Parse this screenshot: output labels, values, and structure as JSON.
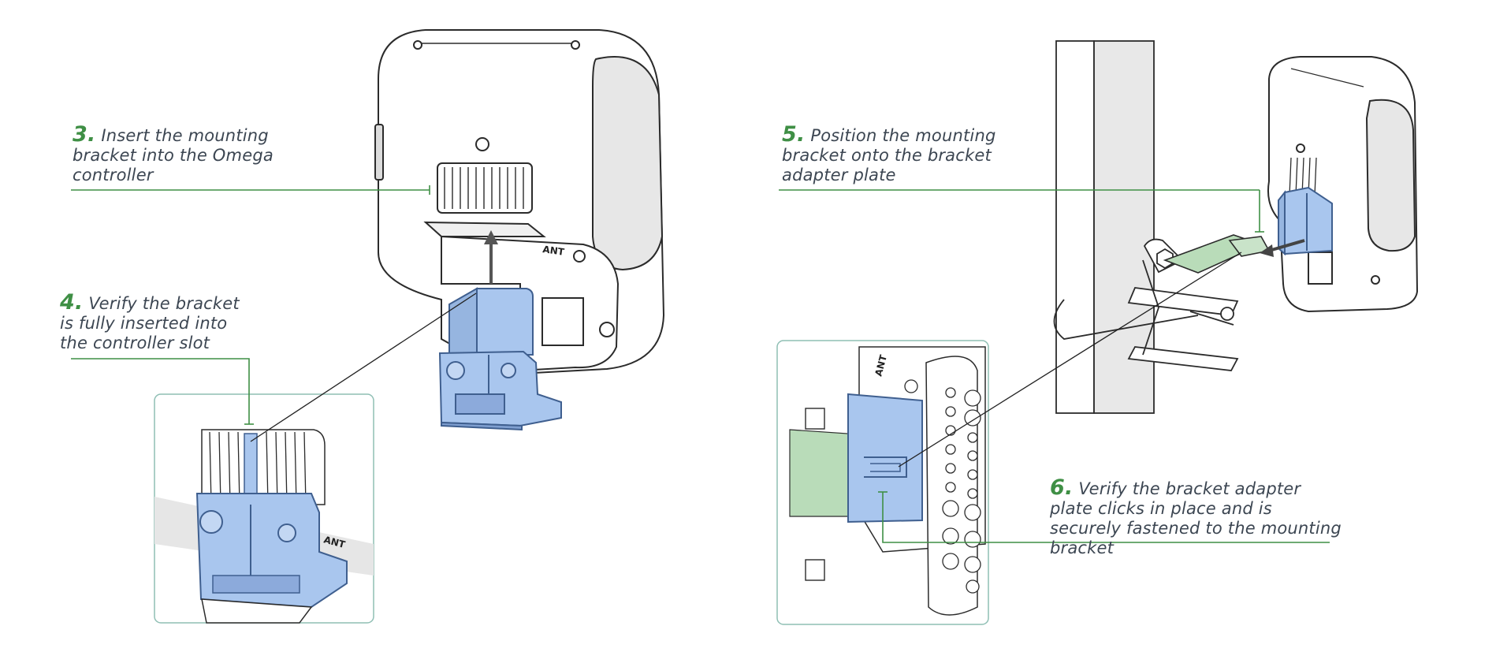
{
  "steps": [
    {
      "num": "3.",
      "text": "Insert the mounting bracket into the Omega controller"
    },
    {
      "num": "4.",
      "text": "Verify the bracket is fully inserted into the controller slot"
    },
    {
      "num": "5.",
      "text": "Position the mounting bracket onto the bracket adapter plate"
    },
    {
      "num": "6.",
      "text": "Verify the bracket adapter plate clicks in place and is securely fastened to the mounting bracket"
    }
  ],
  "labels": {
    "ant": "ANT"
  },
  "colors": {
    "bracket_blue": "#a9c6ee",
    "bracket_edge": "#3f5f8f",
    "plate_green": "#b9dcb9",
    "callout_green": "#3f8f45",
    "outline": "#2b2b2b"
  }
}
